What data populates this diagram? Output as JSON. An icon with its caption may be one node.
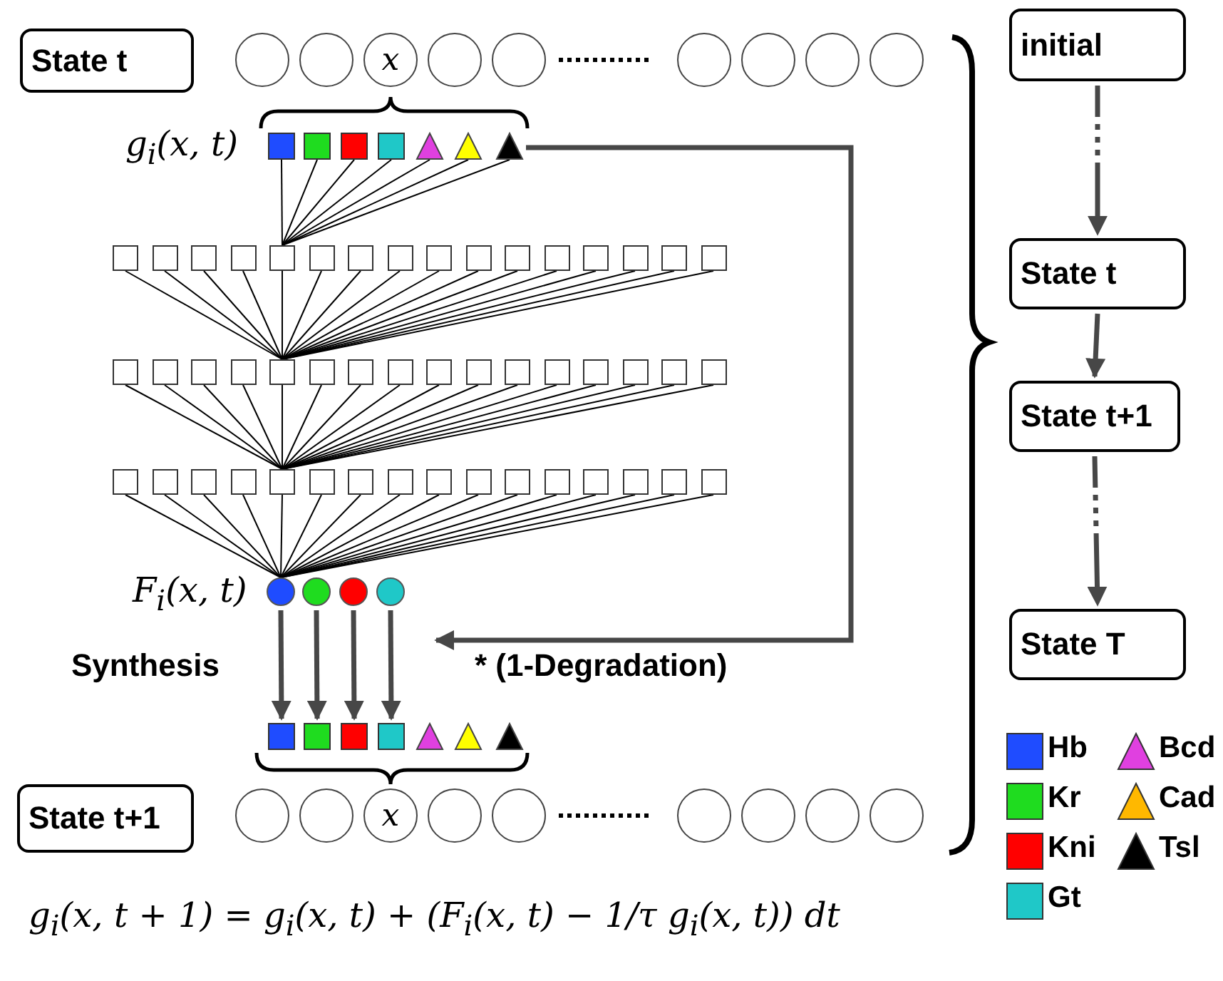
{
  "diagram": {
    "nodes": [
      {
        "text": [
          "State t"
        ]
      },
      {
        "text": [],
        "shape": "circle"
      },
      {
        "text": [],
        "shape": "circle"
      },
      {
        "text": [
          "x"
        ]
      },
      {
        "text": [],
        "shape": "circle"
      },
      {
        "text": [],
        "shape": "circle"
      },
      {
        "text": [],
        "shape": "circle"
      },
      {
        "text": [],
        "shape": "circle"
      },
      {
        "text": [],
        "shape": "circle"
      },
      {
        "text": [],
        "shape": "circle"
      },
      {
        "text": [],
        "shape": "box"
      },
      {
        "text": [],
        "shape": "box"
      },
      {
        "text": [],
        "shape": "box"
      },
      {
        "text": [],
        "shape": "box"
      },
      {
        "text": [],
        "shape": "triangle"
      },
      {
        "text": [],
        "shape": "triangle"
      },
      {
        "text": [],
        "shape": "triangle"
      },
      {
        "text": [],
        "shape": "box"
      },
      {
        "text": [],
        "shape": "box"
      },
      {
        "text": [],
        "shape": "box"
      },
      {
        "text": [],
        "shape": "box"
      },
      {
        "text": [],
        "shape": "box"
      },
      {
        "text": [],
        "shape": "box"
      },
      {
        "text": [],
        "shape": "box"
      },
      {
        "text": [],
        "shape": "box"
      },
      {
        "text": [],
        "shape": "box"
      },
      {
        "text": [],
        "shape": "box"
      },
      {
        "text": [],
        "shape": "box"
      },
      {
        "text": [],
        "shape": "box"
      },
      {
        "text": [],
        "shape": "box"
      },
      {
        "text": [],
        "shape": "box"
      },
      {
        "text": [],
        "shape": "box"
      },
      {
        "text": [],
        "shape": "box"
      },
      {
        "text": [],
        "shape": "box"
      },
      {
        "text": [],
        "shape": "box"
      },
      {
        "text": [],
        "shape": "box"
      },
      {
        "text": [],
        "shape": "box"
      },
      {
        "text": [],
        "shape": "box"
      },
      {
        "text": [],
        "shape": "box"
      },
      {
        "text": [],
        "shape": "box"
      },
      {
        "text": [],
        "shape": "box"
      },
      {
        "text": [],
        "shape": "box"
      },
      {
        "text": [],
        "shape": "box"
      },
      {
        "text": [],
        "shape": "box"
      },
      {
        "text": [],
        "shape": "box"
      },
      {
        "text": [],
        "shape": "box"
      },
      {
        "text": [],
        "shape": "box"
      },
      {
        "text": [],
        "shape": "box"
      },
      {
        "text": [],
        "shape": "box"
      },
      {
        "text": [],
        "shape": "box"
      },
      {
        "text": [],
        "shape": "box"
      },
      {
        "text": [],
        "shape": "box"
      },
      {
        "text": [],
        "shape": "box"
      },
      {
        "text": [],
        "shape": "box"
      },
      {
        "text": [],
        "shape": "box"
      },
      {
        "text": [],
        "shape": "box"
      },
      {
        "text": [],
        "shape": "box"
      },
      {
        "text": [],
        "shape": "box"
      },
      {
        "text": [],
        "shape": "box"
      },
      {
        "text": [],
        "shape": "box"
      },
      {
        "text": [],
        "shape": "box"
      },
      {
        "text": [],
        "shape": "box"
      },
      {
        "text": [],
        "shape": "box"
      },
      {
        "text": [],
        "shape": "box"
      },
      {
        "text": [],
        "shape": "box"
      },
      {
        "text": [],
        "shape": "circle"
      },
      {
        "text": [],
        "shape": "circle"
      },
      {
        "text": [],
        "shape": "circle"
      },
      {
        "text": [],
        "shape": "circle"
      },
      {
        "text": [],
        "shape": "box"
      },
      {
        "text": [],
        "shape": "box"
      },
      {
        "text": [],
        "shape": "box"
      },
      {
        "text": [],
        "shape": "box"
      },
      {
        "text": [],
        "shape": "triangle"
      },
      {
        "text": [],
        "shape": "triangle"
      },
      {
        "text": [],
        "shape": "triangle"
      },
      {
        "text": [
          "State t+1"
        ]
      },
      {
        "text": [],
        "shape": "circle"
      },
      {
        "text": [],
        "shape": "circle"
      },
      {
        "text": [
          "x"
        ]
      },
      {
        "text": [],
        "shape": "circle"
      },
      {
        "text": [],
        "shape": "circle"
      },
      {
        "text": [],
        "shape": "circle"
      },
      {
        "text": [],
        "shape": "circle"
      },
      {
        "text": [],
        "shape": "circle"
      },
      {
        "text": [],
        "shape": "circle"
      },
      {
        "text": [
          "initial"
        ]
      },
      {
        "text": [
          "State t"
        ]
      },
      {
        "text": [
          "State t+1"
        ]
      },
      {
        "text": [
          "State T"
        ]
      }
    ],
    "edges": [
      {
        "from": 10,
        "to": 21,
        "arrow": "none"
      },
      {
        "from": 11,
        "to": 21,
        "arrow": "none"
      },
      {
        "from": 12,
        "to": 21,
        "arrow": "none"
      },
      {
        "from": 13,
        "to": 21,
        "arrow": "none"
      },
      {
        "from": 14,
        "to": 21,
        "arrow": "none"
      },
      {
        "from": 15,
        "to": 21,
        "arrow": "none"
      },
      {
        "from": 16,
        "to": 21,
        "arrow": "none"
      },
      {
        "from": 17,
        "to": 37,
        "arrow": "none"
      },
      {
        "from": 18,
        "to": 37,
        "arrow": "none"
      },
      {
        "from": 19,
        "to": 37,
        "arrow": "none"
      },
      {
        "from": 20,
        "to": 37,
        "arrow": "none"
      },
      {
        "from": 21,
        "to": 37,
        "arrow": "none"
      },
      {
        "from": 22,
        "to": 37,
        "arrow": "none"
      },
      {
        "from": 23,
        "to": 37,
        "arrow": "none"
      },
      {
        "from": 24,
        "to": 37,
        "arrow": "none"
      },
      {
        "from": 25,
        "to": 37,
        "arrow": "none"
      },
      {
        "from": 26,
        "to": 37,
        "arrow": "none"
      },
      {
        "from": 27,
        "to": 37,
        "arrow": "none"
      },
      {
        "from": 28,
        "to": 37,
        "arrow": "none"
      },
      {
        "from": 29,
        "to": 37,
        "arrow": "none"
      },
      {
        "from": 30,
        "to": 37,
        "arrow": "none"
      },
      {
        "from": 31,
        "to": 37,
        "arrow": "none"
      },
      {
        "from": 32,
        "to": 37,
        "arrow": "none"
      },
      {
        "from": 33,
        "to": 53,
        "arrow": "none"
      },
      {
        "from": 34,
        "to": 53,
        "arrow": "none"
      },
      {
        "from": 35,
        "to": 53,
        "arrow": "none"
      },
      {
        "from": 36,
        "to": 53,
        "arrow": "none"
      },
      {
        "from": 37,
        "to": 53,
        "arrow": "none"
      },
      {
        "from": 38,
        "to": 53,
        "arrow": "none"
      },
      {
        "from": 39,
        "to": 53,
        "arrow": "none"
      },
      {
        "from": 40,
        "to": 53,
        "arrow": "none"
      },
      {
        "from": 41,
        "to": 53,
        "arrow": "none"
      },
      {
        "from": 42,
        "to": 53,
        "arrow": "none"
      },
      {
        "from": 43,
        "to": 53,
        "arrow": "none"
      },
      {
        "from": 44,
        "to": 53,
        "arrow": "none"
      },
      {
        "from": 45,
        "to": 53,
        "arrow": "none"
      },
      {
        "from": 46,
        "to": 53,
        "arrow": "none"
      },
      {
        "from": 47,
        "to": 53,
        "arrow": "none"
      },
      {
        "from": 48,
        "to": 53,
        "arrow": "none"
      },
      {
        "from": 49,
        "to": 65,
        "arrow": "none"
      },
      {
        "from": 50,
        "to": 65,
        "arrow": "none"
      },
      {
        "from": 51,
        "to": 65,
        "arrow": "none"
      },
      {
        "from": 52,
        "to": 65,
        "arrow": "none"
      },
      {
        "from": 53,
        "to": 65,
        "arrow": "none"
      },
      {
        "from": 54,
        "to": 65,
        "arrow": "none"
      },
      {
        "from": 55,
        "to": 65,
        "arrow": "none"
      },
      {
        "from": 56,
        "to": 65,
        "arrow": "none"
      },
      {
        "from": 57,
        "to": 65,
        "arrow": "none"
      },
      {
        "from": 58,
        "to": 65,
        "arrow": "none"
      },
      {
        "from": 59,
        "to": 65,
        "arrow": "none"
      },
      {
        "from": 60,
        "to": 65,
        "arrow": "none"
      },
      {
        "from": 61,
        "to": 65,
        "arrow": "none"
      },
      {
        "from": 62,
        "to": 65,
        "arrow": "none"
      },
      {
        "from": 63,
        "to": 65,
        "arrow": "none"
      },
      {
        "from": 64,
        "to": 65,
        "arrow": "none"
      },
      {
        "from": 65,
        "to": 69,
        "arrow": "to",
        "style": "thick",
        "color": "#474747"
      },
      {
        "from": 66,
        "to": 70,
        "arrow": "to",
        "style": "thick",
        "color": "#474747"
      },
      {
        "from": 67,
        "to": 71,
        "arrow": "to",
        "style": "thick",
        "color": "#474747"
      },
      {
        "from": 68,
        "to": 72,
        "arrow": "to",
        "style": "thick",
        "color": "#474747"
      },
      {
        "from": 16,
        "to": null,
        "arrow": "to",
        "label": "* (1-Degradation)",
        "style": "thick",
        "color": "#474747"
      },
      {
        "from": 86,
        "to": 87,
        "arrow": "to",
        "style": "dashed",
        "color": "#474747"
      },
      {
        "from": 87,
        "to": 88,
        "arrow": "to",
        "style": "thick",
        "color": "#474747"
      },
      {
        "from": 88,
        "to": 89,
        "arrow": "to",
        "style": "dashed",
        "color": "#474747"
      }
    ],
    "labels": [
      "g$_{i}$(x, t)",
      "F$_{i}$(x, t)",
      "Synthesis",
      "g$_{i}$(x, t + 1) = g$_{i}$(x, t) + (F$_{i}$(x, t) − 1/τ g$_{i}$(x, t)) dt"
    ],
    "legend": [
      {
        "text": "Hb",
        "color": "#1f4cff"
      },
      {
        "text": "Kr",
        "color": "#1fdc1f"
      },
      {
        "text": "Kni",
        "color": "#ff0000"
      },
      {
        "text": "Gt",
        "color": "#1fc8c8"
      },
      {
        "text": "Bcd",
        "color": "#e040e0"
      },
      {
        "text": "Cad",
        "color": "#ffb800"
      },
      {
        "text": "Tsl",
        "color": "#000000"
      }
    ]
  }
}
